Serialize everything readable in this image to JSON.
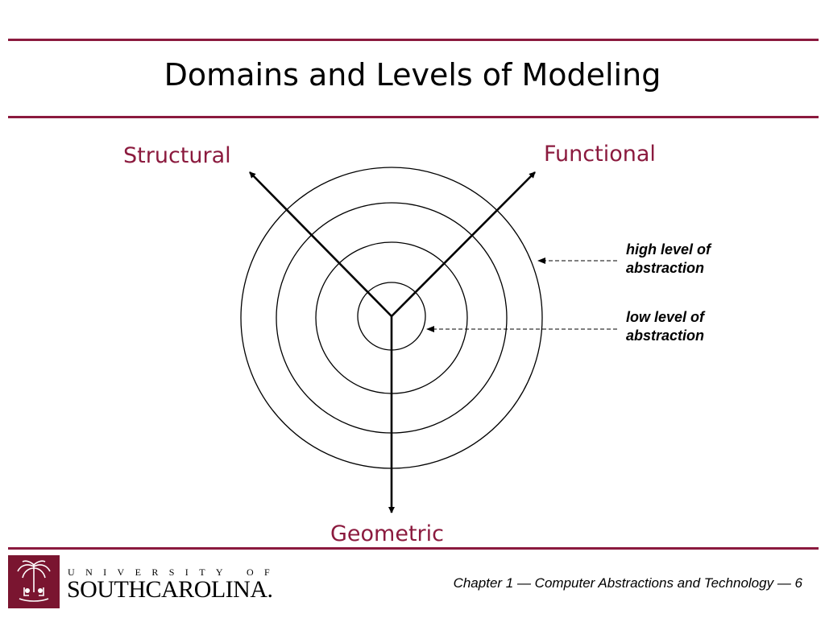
{
  "slide": {
    "title": "Domains and Levels of Modeling",
    "accent_color": "#8b1a3e"
  },
  "diagram": {
    "axes": [
      {
        "name": "Structural",
        "direction": "upper-left"
      },
      {
        "name": "Functional",
        "direction": "upper-right"
      },
      {
        "name": "Geometric",
        "direction": "down"
      }
    ],
    "levels": 4,
    "callouts": {
      "high": {
        "line1": "high level of",
        "line2": "abstraction"
      },
      "low": {
        "line1": "low level of",
        "line2": "abstraction"
      }
    }
  },
  "logo": {
    "line1": "UNIVERSITY OF",
    "line2": "SOUTHCAROLINA."
  },
  "footer": {
    "text": "Chapter 1 — Computer Abstractions and Technology — 6"
  }
}
